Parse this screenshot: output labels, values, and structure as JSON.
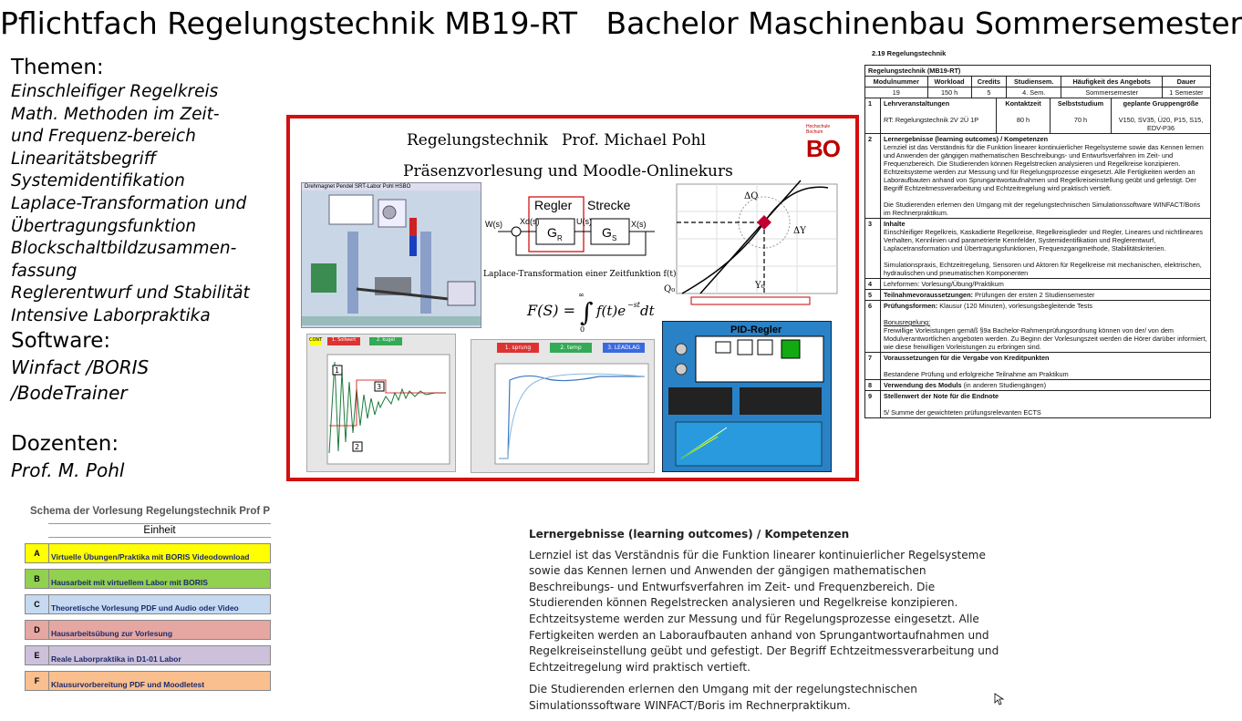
{
  "title": "Pflichtfach Regelungstechnik MB19-RT   Bachelor Maschinenbau Sommersemester",
  "left": {
    "themen_heading": "Themen:",
    "themen": [
      "Einschleifiger Regelkreis",
      "Math. Methoden im Zeit-",
      "und Frequenz-bereich",
      "Linearitätsbegriff",
      "Systemidentifikation",
      "Laplace-Transformation und",
      "Übertragungsfunktion",
      "Blockschaltbildzusammen-",
      "fassung",
      "Reglerentwurf und Stabilität",
      "Intensive Laborpraktika"
    ],
    "software_heading": "Software:",
    "software": [
      "Winfact /BORIS",
      "/BodeTrainer"
    ],
    "dozenten_heading": "Dozenten:",
    "dozent": "Prof. M. Pohl"
  },
  "schema": {
    "title": "Schema der Vorlesung Regelungstechnik Prof P",
    "col_header": "Einheit",
    "rows": [
      {
        "letter": "A",
        "text": "Virtuelle Übungen/Praktika mit BORIS Videodownload",
        "color": "#ffff00"
      },
      {
        "letter": "B",
        "text": "Hausarbeit mit virtuellem Labor mit BORIS",
        "color": "#92d050"
      },
      {
        "letter": "C",
        "text": "Theoretische Vorlesung  PDF und Audio oder Video",
        "color": "#c5d9f1"
      },
      {
        "letter": "D",
        "text": "Hausarbeitsübung zur Vorlesung",
        "color": "#e6a6a1"
      },
      {
        "letter": "E",
        "text": "Reale Laborpraktika  in D1-01 Labor",
        "color": "#ccc0da"
      },
      {
        "letter": "F",
        "text": "Klausurvorbereitung PDF und Moodletest",
        "color": "#fabf8f"
      }
    ]
  },
  "slide": {
    "line1_left": "Regelungstechnik",
    "line1_right": "Prof. Michael Pohl",
    "line2": "Präsenzvorlesung und Moodle-Onlinekurs",
    "logo": "BO",
    "regler": "Regler",
    "strecke": "Strecke",
    "gr": "G",
    "gr_sub": "R",
    "gs": "G",
    "gs_sub": "S",
    "ws": "W(s)",
    "xds": "Xd(s)",
    "us": "U(s)",
    "xs": "X(s)",
    "laplace_caption": "Laplace-Transformation einer Zeitfunktion f(t):",
    "formula": "F(S) = ∫ f(t)e^-st dt",
    "pid_title": "PID-Regler",
    "sim_title": "Drehmagnet Pendel SRT-Labor Pohl HSBO",
    "btn_sprung": "1. sprung",
    "btn_temp": "2. temp",
    "btn_leadlag": "3. LEADLAG",
    "btn_sollwert": "1. Sollwert",
    "btn_kugel": "2. kugel",
    "dq": "ΔQ",
    "dy": "ΔY",
    "q0": "Q₀",
    "y0": "Y₀"
  },
  "module": {
    "section": "2.19  Regelungstechnik",
    "name": "Regelungstechnik (MB19-RT)",
    "headers": [
      "Modulnummer",
      "Workload",
      "Credits",
      "Studiensem.",
      "Häufigkeit des Angebots",
      "Dauer"
    ],
    "values": [
      "19",
      "150 h",
      "5",
      "4. Sem.",
      "Sommersemester",
      "1 Semester"
    ],
    "r1_headers": [
      "Lehrveranstaltungen",
      "Kontaktzeit",
      "Selbststudium",
      "geplante Gruppengröße"
    ],
    "r1_values": [
      "RT: Regelungstechnik 2V 2Ü 1P",
      "80 h",
      "70 h",
      "V150, SV35, Ü20, P15, S15, EDV-P36"
    ],
    "r2_title": "Lernergebnisse (learning outcomes) / Kompetenzen",
    "r2_text1": "Lernziel ist das Verständnis für die Funktion linearer kontinuierlicher Regelsysteme sowie das Kennen lernen und Anwenden der gängigen mathematischen Beschreibungs- und Entwurfsverfahren im Zeit- und Frequenzbereich. Die Studierenden können Regelstrecken analysieren und Regelkreise konzipieren. Echtzeitsysteme werden zur Messung und für Regelungsprozesse eingesetzt.  Alle Fertigkeiten werden an Laboraufbauten anhand von Sprungantwortaufnahmen und Regelkreiseinstellung geübt und gefestigt. Der Begriff Echtzeitmessverarbeitung und Echtzeitregelung wird praktisch vertieft.",
    "r2_text2": "Die Studierenden erlernen den Umgang mit der regelungstechnischen Simulationssoftware WINFACT/Boris im Rechnerpraktikum.",
    "r3_title": "Inhalte",
    "r3_text1": "Einschleifiger Regelkreis, Kaskadierte Regelkreise, Regelkreisglieder und Regler, Lineares und nichtlineares Verhalten, Kennlinien und parametrierte Kennfelder, Systemidentifikation und Reglerentwurf,  Laplacetransformation und Übertragungsfunktionen, Frequenzgangmethode, Stabilitätskriterien.",
    "r3_text2": "Simulationspraxis, Echtzeitregelung, Sensoren und Aktoren für Regelkreise mit mechanischen, elektrischen, hydraulischen und pneumatischen Komponenten",
    "r4": "Lehrformen: Vorlesung/Übung/Praktikum",
    "r5_label": "Teilnahmevoraussetzungen:",
    "r5_text": "Prüfungen der ersten 2 Studiensemester",
    "r6_label": "Prüfungsformen:",
    "r6_text": "Klausur (120 Minuten), vorlesungsbegleitende Tests",
    "r6_bonus": "Bonusregelung:",
    "r6_bonus_text": "Freiwillige Vorleistungen gemäß §9a Bachelor-Rahmenprüfungsordnung können von der/ von dem Modulverantwortlichen angeboten werden. Zu Beginn der Vorlesungszeit werden die Hörer darüber informiert, wie diese freiwilligen Vorleistungen zu erbringen sind.",
    "r7_title": "Voraussetzungen für die Vergabe von Kreditpunkten",
    "r7_text": "Bestandene Prüfung und erfolgreiche Teilnahme am Praktikum",
    "r8_label": "Verwendung des Moduls",
    "r8_text": "(in anderen Studiengängen)",
    "r9_title": "Stellenwert der Note für die Endnote",
    "r9_text": "5/ Summe der gewichteten prüfungsrelevanten ECTS",
    "nums": [
      "1",
      "2",
      "3",
      "4",
      "5",
      "6",
      "7",
      "8",
      "9"
    ]
  },
  "outcomes": {
    "heading": "Lernergebnisse (learning outcomes) / Kompetenzen",
    "p1": "Lernziel ist das Verständnis für die Funktion linearer kontinuierlicher Regelsysteme sowie das Kennen lernen und Anwenden der gängigen mathematischen Beschreibungs- und Entwurfsverfahren im Zeit- und Frequenzbereich. Die Studierenden können Regelstrecken analysieren und Regelkreise konzipieren. Echtzeitsysteme werden zur Messung und für Regelungsprozesse eingesetzt.  Alle Fertigkeiten werden an Laboraufbauten anhand von Sprungantwortaufnahmen und Regelkreiseinstellung geübt und gefestigt. Der Begriff Echtzeitmessverarbeitung und Echtzeitregelung wird praktisch vertieft.",
    "p2": "Die Studierenden erlernen den Umgang mit der regelungstechnischen Simulationssoftware WINFACT/Boris im Rechnerpraktikum."
  }
}
